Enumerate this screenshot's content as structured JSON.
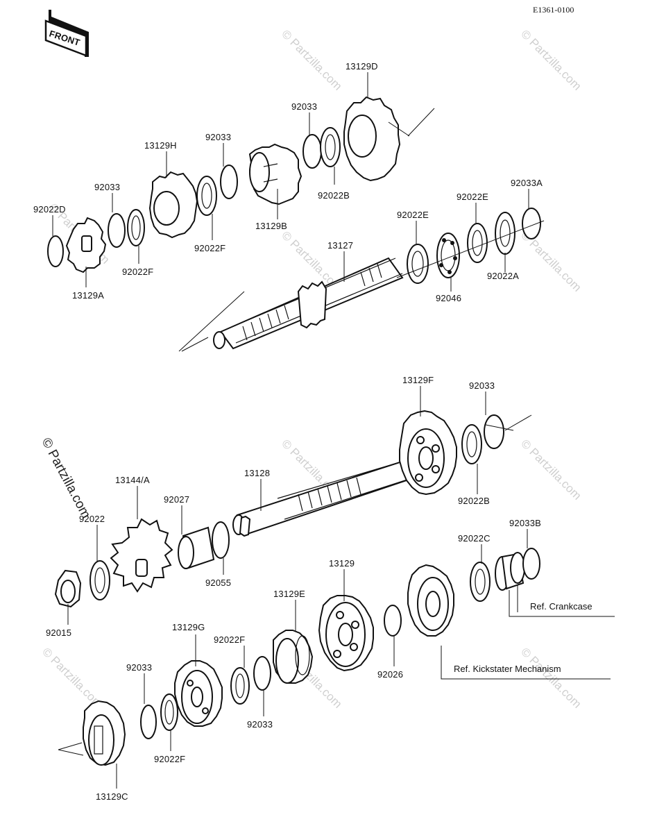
{
  "diagram_code": "E1361-0100",
  "front_badge": "FRONT",
  "watermark_main": "© Partzilla.com",
  "watermark_tile": "© Partzilla.com",
  "parts": {
    "p13129D": "13129D",
    "p92033_top": "92033",
    "p92022B_top": "92022B",
    "p92033_mid": "92033",
    "p13129H": "13129H",
    "p13129B": "13129B",
    "p92022F_mid": "92022F",
    "p92033_left": "92033",
    "p92022D": "92022D",
    "p92022F_left": "92022F",
    "p13129A": "13129A",
    "p92033A": "92033A",
    "p92022E_right": "92022E",
    "p92022E_left": "92022E",
    "p92022A": "92022A",
    "p92046": "92046",
    "p13127": "13127",
    "p13129F": "13129F",
    "p92033_out": "92033",
    "p92022B_out": "92022B",
    "p13128": "13128",
    "p13144A": "13144/A",
    "p92027": "92027",
    "p92022": "92022",
    "p92055": "92055",
    "p92015": "92015",
    "p92033B": "92033B",
    "p92022C": "92022C",
    "p13129": "13129",
    "p13129E": "13129E",
    "p92026": "92026",
    "p13129G": "13129G",
    "p92022F_low": "92022F",
    "p92033_low": "92033",
    "p92033_bl": "92033",
    "p92022F_bl": "92022F",
    "p13129C": "13129C"
  },
  "refs": {
    "crankcase": "Ref.  Crankcase",
    "kickstarter": "Ref. Kickstater Mechanism"
  }
}
